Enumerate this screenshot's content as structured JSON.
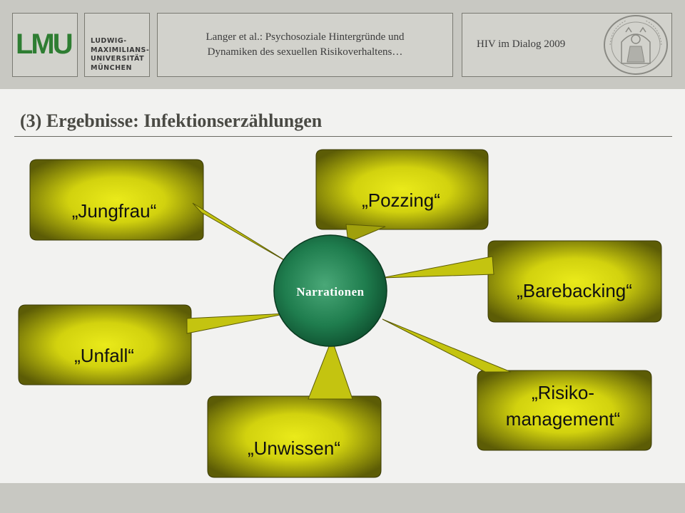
{
  "header": {
    "logo": "LMU",
    "university_lines": [
      "LUDWIG-",
      "MAXIMILIANS-",
      "UNIVERSITÄT",
      "MÜNCHEN"
    ],
    "talk_title_line1": "Langer et al.: Psychosoziale Hintergründe und",
    "talk_title_line2": "Dynamiken des sexuellen Risikoverhaltens…",
    "conference": "HIV im Dialog  2009",
    "seal_icon": "university-seal-icon"
  },
  "slide": {
    "title": "(3) Ergebnisse: Infektionserzählungen"
  },
  "diagram": {
    "center": "Narrationen",
    "bubbles": {
      "jungfrau": "„Jungfrau“",
      "pozzing": "„Pozzing“",
      "barebacking": "„Barebacking“",
      "unfall": "„Unfall“",
      "risiko_line1": "„Risiko-",
      "risiko_line2": "management“",
      "unwissen": "„Unwissen“"
    }
  },
  "colors": {
    "bubble_light": "#e6e617",
    "bubble_dark": "#5a5a05",
    "center_green": "#1b7a4a",
    "lmu_green": "#2e7d32"
  }
}
